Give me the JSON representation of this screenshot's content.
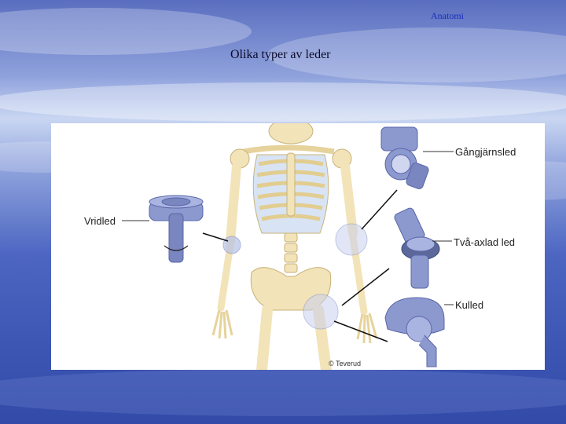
{
  "header": {
    "label": "Anatomi"
  },
  "slide": {
    "title": "Olika typer av leder"
  },
  "figure": {
    "labels": {
      "pivot": "Vridled",
      "hinge": "Gångjärnsled",
      "biaxial": "Två-axlad led",
      "ball": "Kulled"
    },
    "copyright": "© Teverud"
  },
  "colors": {
    "bone": "#f2e3b8",
    "joint": "#8c99cf",
    "accent": "#4a58a8"
  }
}
